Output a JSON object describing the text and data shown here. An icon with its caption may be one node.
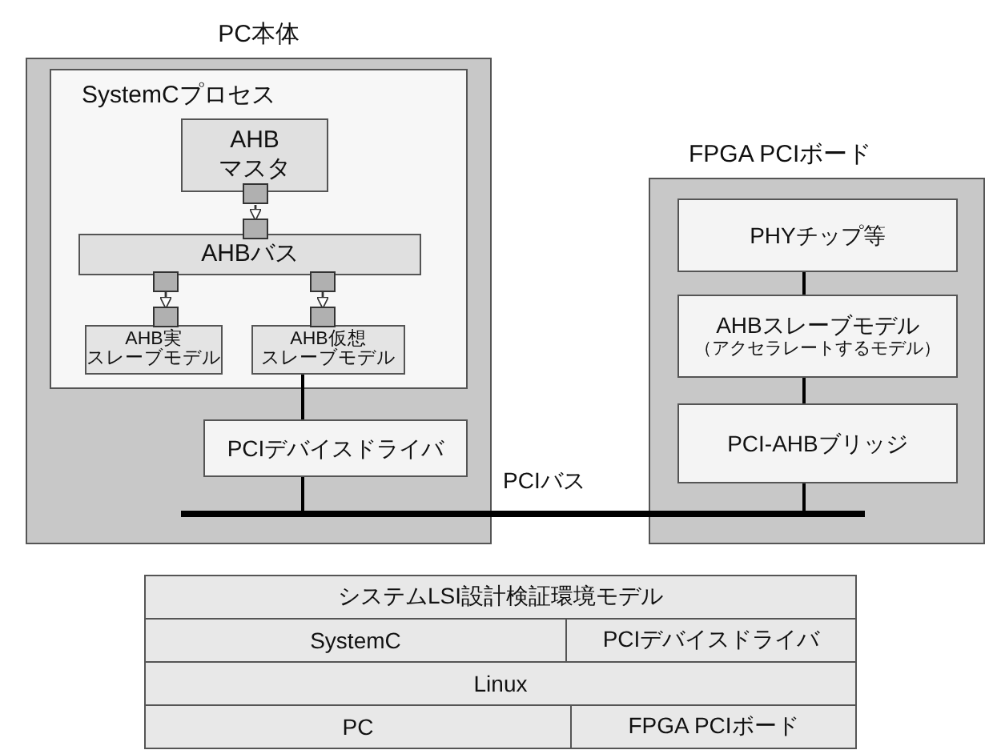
{
  "diagram": {
    "nodes": [
      {
        "text": [
          "PC本体"
        ]
      },
      {
        "text": [
          "SystemCプロセス"
        ],
        "in": 0
      },
      {
        "text": [
          "AHBマスタ"
        ],
        "in": 1
      },
      {
        "text": [
          "AHBバス"
        ],
        "in": 1
      },
      {
        "text": [
          "AHB実スレーブモデル"
        ],
        "in": 1
      },
      {
        "text": [
          "AHB仮想スレーブモデル"
        ],
        "in": 1
      },
      {
        "text": [
          "PCIデバイスドライバ"
        ],
        "in": 0
      },
      {
        "text": [
          "FPGA PCIボード"
        ]
      },
      {
        "text": [
          "PHYチップ等"
        ],
        "in": 7
      },
      {
        "text": [
          "AHBスレーブモデル",
          "（アクセラレートするモデル）"
        ],
        "in": 7
      },
      {
        "text": [
          "PCI-AHBブリッジ"
        ],
        "in": 7
      },
      {
        "text": [
          "PCIバス"
        ]
      }
    ],
    "edges": [
      {
        "from": 2,
        "to": 3,
        "arrow": "to"
      },
      {
        "from": 3,
        "to": 4,
        "arrow": "to"
      },
      {
        "from": 3,
        "to": 5,
        "arrow": "to"
      },
      {
        "from": 5,
        "to": 6,
        "arrow": "none"
      },
      {
        "from": 6,
        "to": 11,
        "arrow": "none"
      },
      {
        "from": 8,
        "to": 9,
        "arrow": "none"
      },
      {
        "from": 9,
        "to": 10,
        "arrow": "none"
      },
      {
        "from": 10,
        "to": 11,
        "arrow": "none"
      }
    ],
    "labels": [
      "システムLSI設計検証環境モデル",
      "SystemC",
      "PCIデバイスドライバ",
      "Linux",
      "PC",
      "FPGA PCIボード"
    ]
  }
}
